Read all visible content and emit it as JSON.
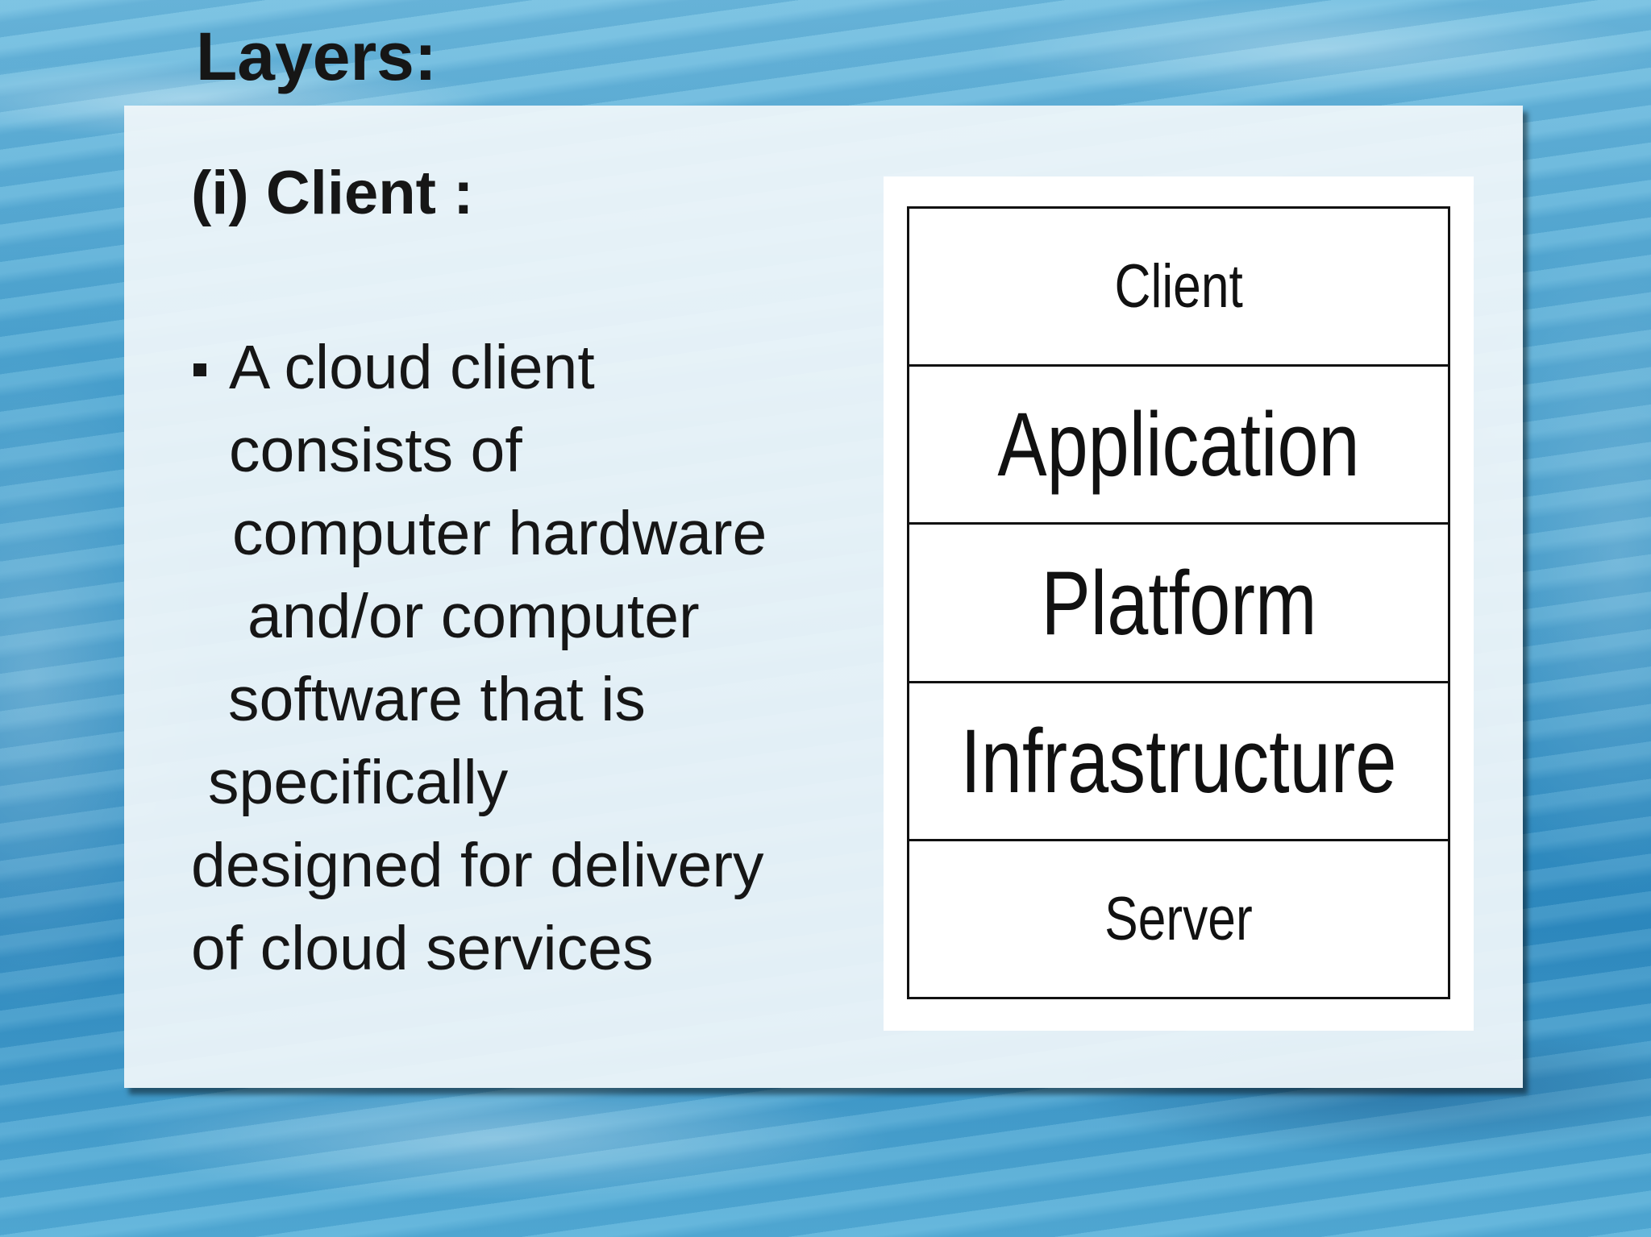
{
  "slide": {
    "title": "Layers:"
  },
  "section": {
    "heading": "(i) Client :",
    "bullet": {
      "lines": [
        "A cloud client",
        "consists of",
        "computer hardware",
        "and/or computer",
        "software that is",
        "specifically",
        "designed for delivery",
        "of cloud services"
      ]
    }
  },
  "diagram": {
    "layers": [
      "Client",
      "Application",
      "Platform",
      "Infrastructure",
      "Server"
    ]
  }
}
